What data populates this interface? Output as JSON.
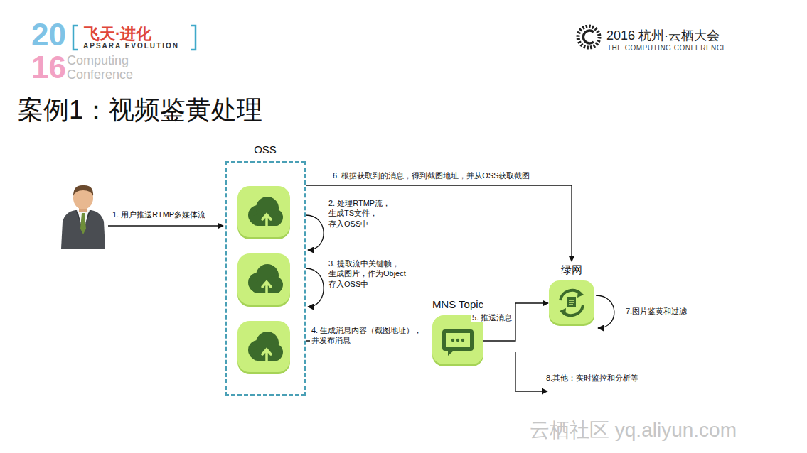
{
  "diagram": {
    "title": "案例1：视频鉴黄处理",
    "nodes": [
      {
        "text": [
          "OSS"
        ]
      },
      {
        "text": [
          "MNS Topic"
        ]
      },
      {
        "text": [
          "绿网"
        ]
      }
    ],
    "edges": [
      {
        "from": 0,
        "to": 1,
        "arrow": "to",
        "label": "4. 生成消息内容（截图地址）， 并发布消息"
      },
      {
        "from": 1,
        "to": 2,
        "arrow": "to",
        "label": "5. 推送消息"
      },
      {
        "from": 0,
        "to": 2,
        "arrow": "to",
        "label": "6. 根据获取到的消息，得到截图地址，并从OSS获取截图"
      }
    ],
    "labels": [
      "20",
      "16",
      "飞天·进化",
      "APSARA EVOLUTION",
      "Computing",
      "Conference",
      "2016 杭州·云栖大会",
      "THE COMPUTING CONFERENCE",
      "1. 用户推送RTMP多媒体流",
      "2. 处理RTMP流， 生成TS文件， 存入OSS中",
      "3. 提取流中关键帧， 生成图片，作为Object 存入OSS中",
      "7.图片鉴黄和过滤",
      "8.其他：实时监控和分析等",
      "云栖社区 yq.aliyun.com"
    ]
  }
}
